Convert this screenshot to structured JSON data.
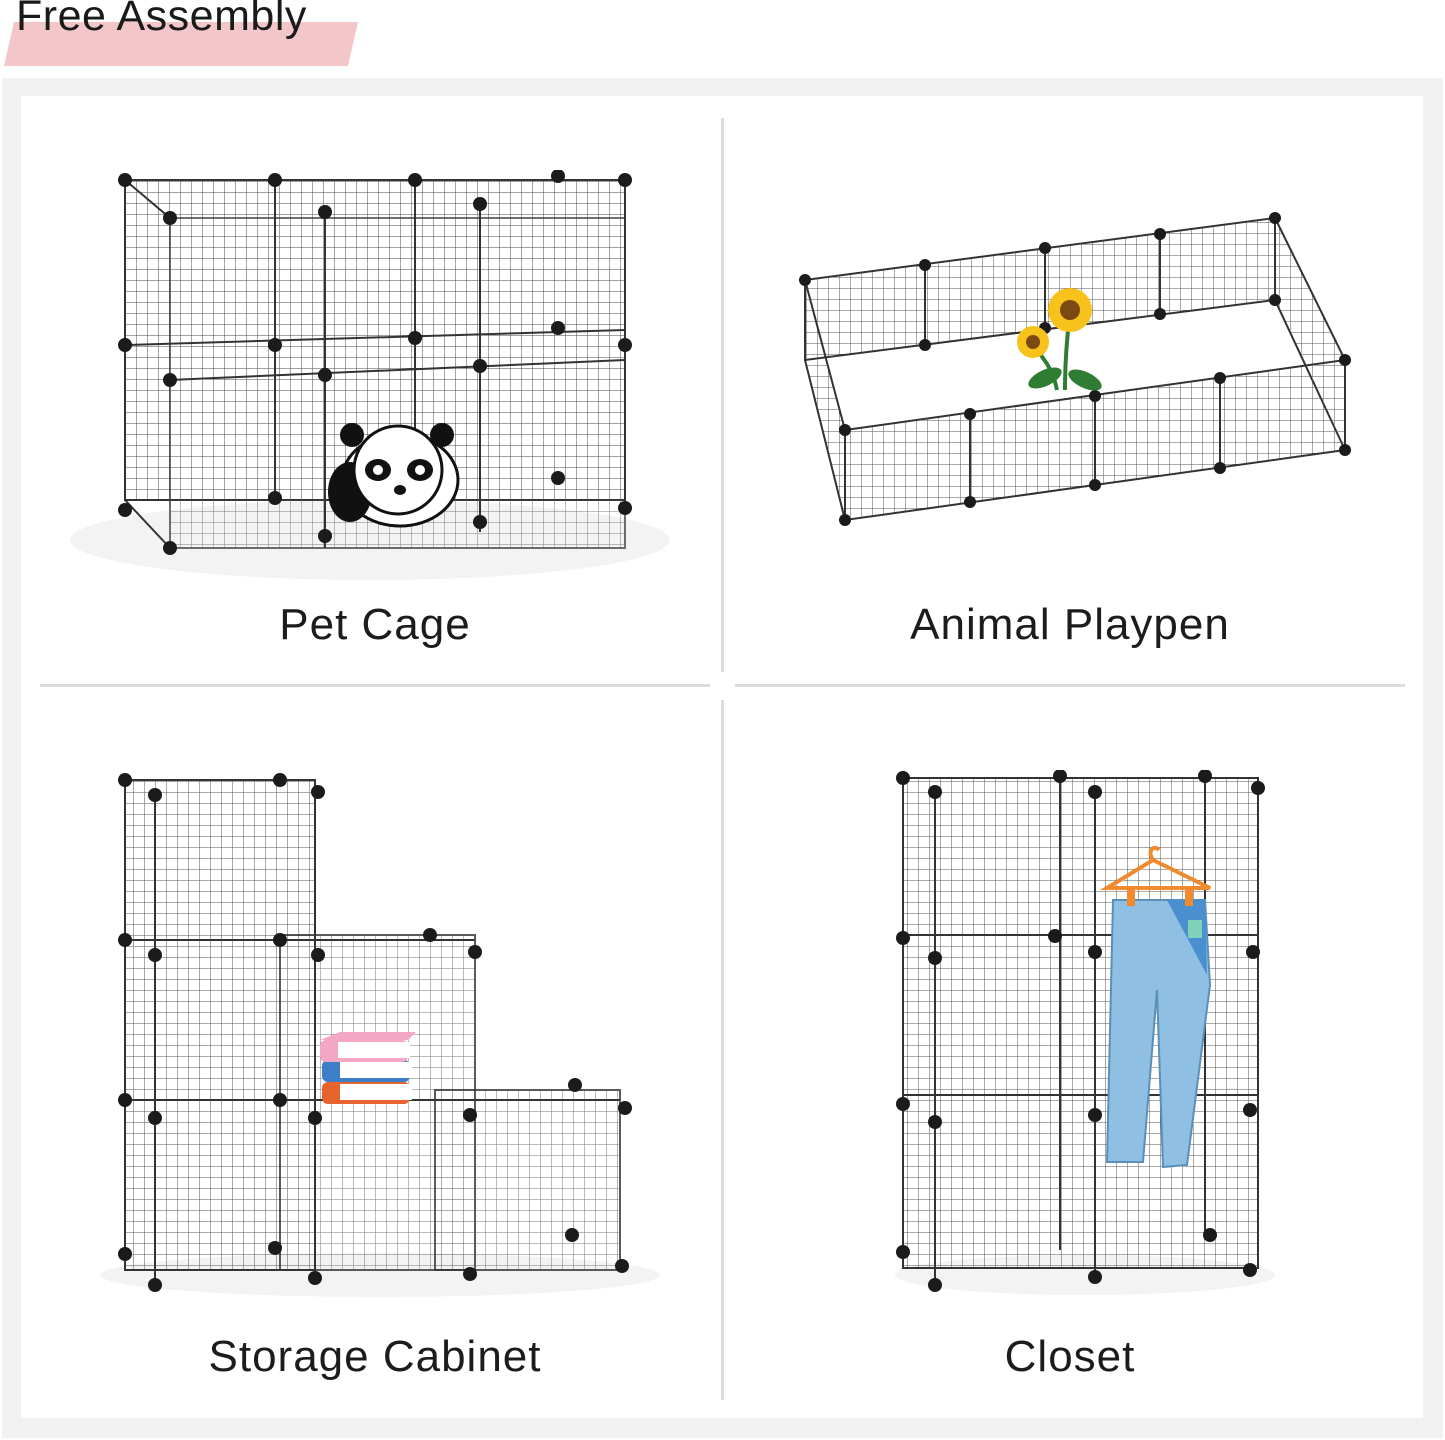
{
  "header": {
    "title": "Free Assembly",
    "band_color": "#f3c7c9"
  },
  "cells": [
    {
      "label": "Pet Cage",
      "illustration": "pet-cage-with-panda"
    },
    {
      "label": "Animal Playpen",
      "illustration": "playpen-with-sunflower"
    },
    {
      "label": "Storage Cabinet",
      "illustration": "cube-shelves-with-books"
    },
    {
      "label": "Closet",
      "illustration": "cube-closet-with-hanging-jeans"
    }
  ],
  "colors": {
    "frame": "#f1f1f1",
    "wire": "#3a3a3a",
    "connector": "#1b1b1b",
    "divider": "#dcdcdc",
    "hanger": "#f08a2c",
    "jeans": "#8fbfe2",
    "book_pink": "#f4a7c4",
    "book_blue": "#3c7fc7",
    "book_orange": "#e8642e"
  }
}
